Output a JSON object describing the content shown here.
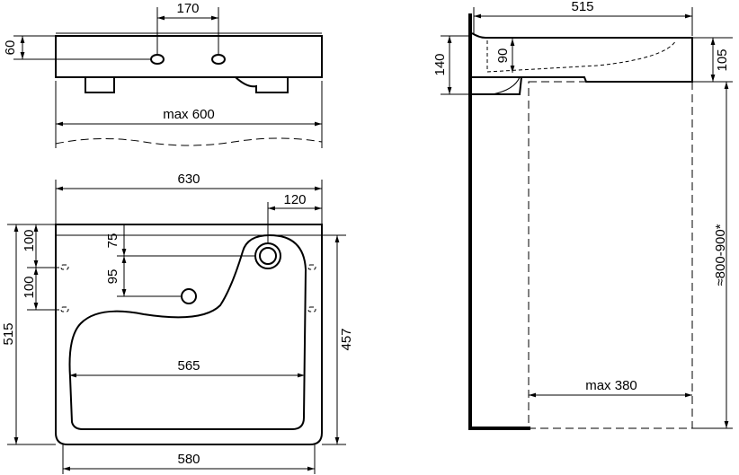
{
  "front_view": {
    "tap_spacing": "170",
    "tap_height": "60",
    "max_width": "max 600"
  },
  "plan_view": {
    "overall_width": "630",
    "drain_offset": "120",
    "drain_depth": "75",
    "tap_depth": "95",
    "fixing_1": "100",
    "fixing_2": "100",
    "overall_depth": "515",
    "inner_depth": "457",
    "bowl_width": "565",
    "bottom_width": "580"
  },
  "side_view": {
    "depth": "515",
    "height": "140",
    "bowl_depth": "90",
    "rim_height": "105",
    "mount_height": "≈800-900*",
    "pedestal_depth": "max 380"
  }
}
